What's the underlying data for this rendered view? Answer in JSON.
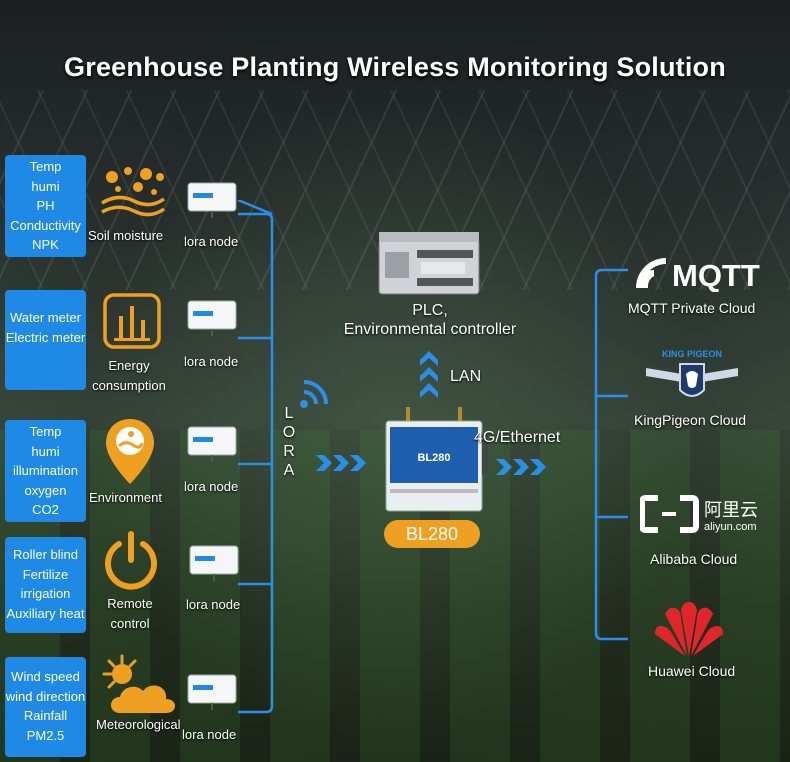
{
  "title": "Greenhouse Planting Wireless Monitoring Solution",
  "colors": {
    "accent_blue": "#1e8ae6",
    "line_blue": "#2a8fe8",
    "icon_orange": "#f0a020",
    "badge_orange": "#f0a020",
    "huawei_red": "#e0262b"
  },
  "sensor_groups": [
    {
      "params": [
        "Temp",
        "humi",
        "PH",
        "Conductivity",
        "NPK"
      ],
      "category": "Soil moisture",
      "icon": "soil-moisture-icon",
      "node": "lora node"
    },
    {
      "params": [
        "Water meter",
        "Electric meter"
      ],
      "category": "Energy\nconsumption",
      "category_lines": [
        "Energy",
        "consumption"
      ],
      "icon": "energy-chart-icon",
      "node": "lora node"
    },
    {
      "params": [
        "Temp",
        "humi",
        "illumination",
        "oxygen",
        "CO2"
      ],
      "category": "Environment",
      "icon": "location-pin-icon",
      "node": "lora node"
    },
    {
      "params": [
        "Roller blind",
        "Fertilize",
        "irrigation",
        "Auxiliary heat"
      ],
      "category_lines": [
        "Remote",
        "control"
      ],
      "icon": "power-icon",
      "node": "lora node"
    },
    {
      "params": [
        "Wind speed",
        "wind direction",
        "Rainfall",
        "PM2.5"
      ],
      "category": "Meteorological",
      "icon": "sun-cloud-icon",
      "node": "lora node"
    }
  ],
  "lora_label": [
    "L",
    "O",
    "R",
    "A"
  ],
  "plc": {
    "line1": "PLC,",
    "line2": "Environmental controller",
    "icon": "plc-device-icon"
  },
  "lan_label": "LAN",
  "uplink_label": "4G/Ethernet",
  "gateway": {
    "badge": "BL280",
    "device_text": "BL280",
    "icon": "gateway-device-icon"
  },
  "clouds": [
    {
      "logo_text": "MQTT",
      "label": "MQTT Private Cloud",
      "icon": "mqtt-logo-icon"
    },
    {
      "logo_text": "KING PIGEON",
      "label": "KingPigeon Cloud",
      "icon": "kingpigeon-logo-icon"
    },
    {
      "logo_text": "阿里云",
      "logo_sub": "aliyun.com",
      "label": "Alibaba Cloud",
      "icon": "aliyun-logo-icon"
    },
    {
      "label": "Huawei Cloud",
      "icon": "huawei-logo-icon"
    }
  ]
}
